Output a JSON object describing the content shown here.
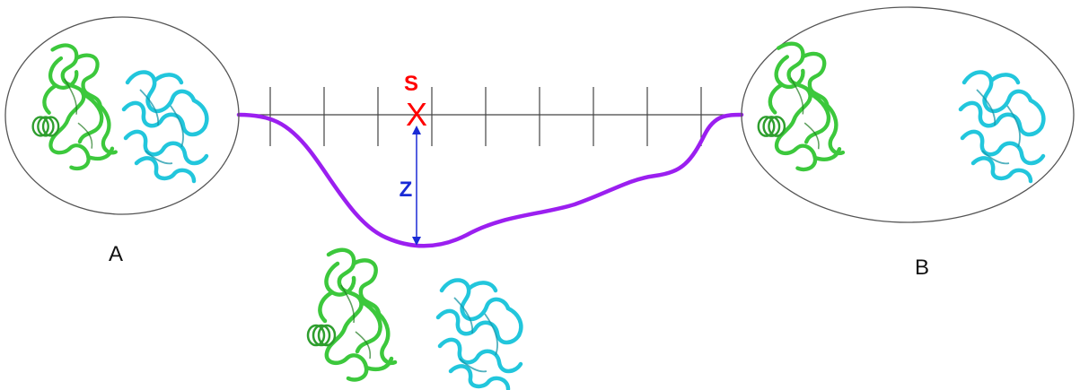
{
  "labels": {
    "state_a": "A",
    "state_b": "B",
    "s_marker": "S",
    "x_marker": "X",
    "z_marker": "Z"
  },
  "colors": {
    "path": "#9b1ff0",
    "s_marker": "#ff0000",
    "z_arrow": "#1a2bd6",
    "protein_green": "#3cc83c",
    "protein_cyan": "#22c6dc",
    "outline": "#555555"
  },
  "reaction_axis": {
    "tick_count": 9
  },
  "icons": [
    "protein-complex-bound-icon",
    "protein-complex-intermediate-icon",
    "protein-complex-separated-icon"
  ]
}
